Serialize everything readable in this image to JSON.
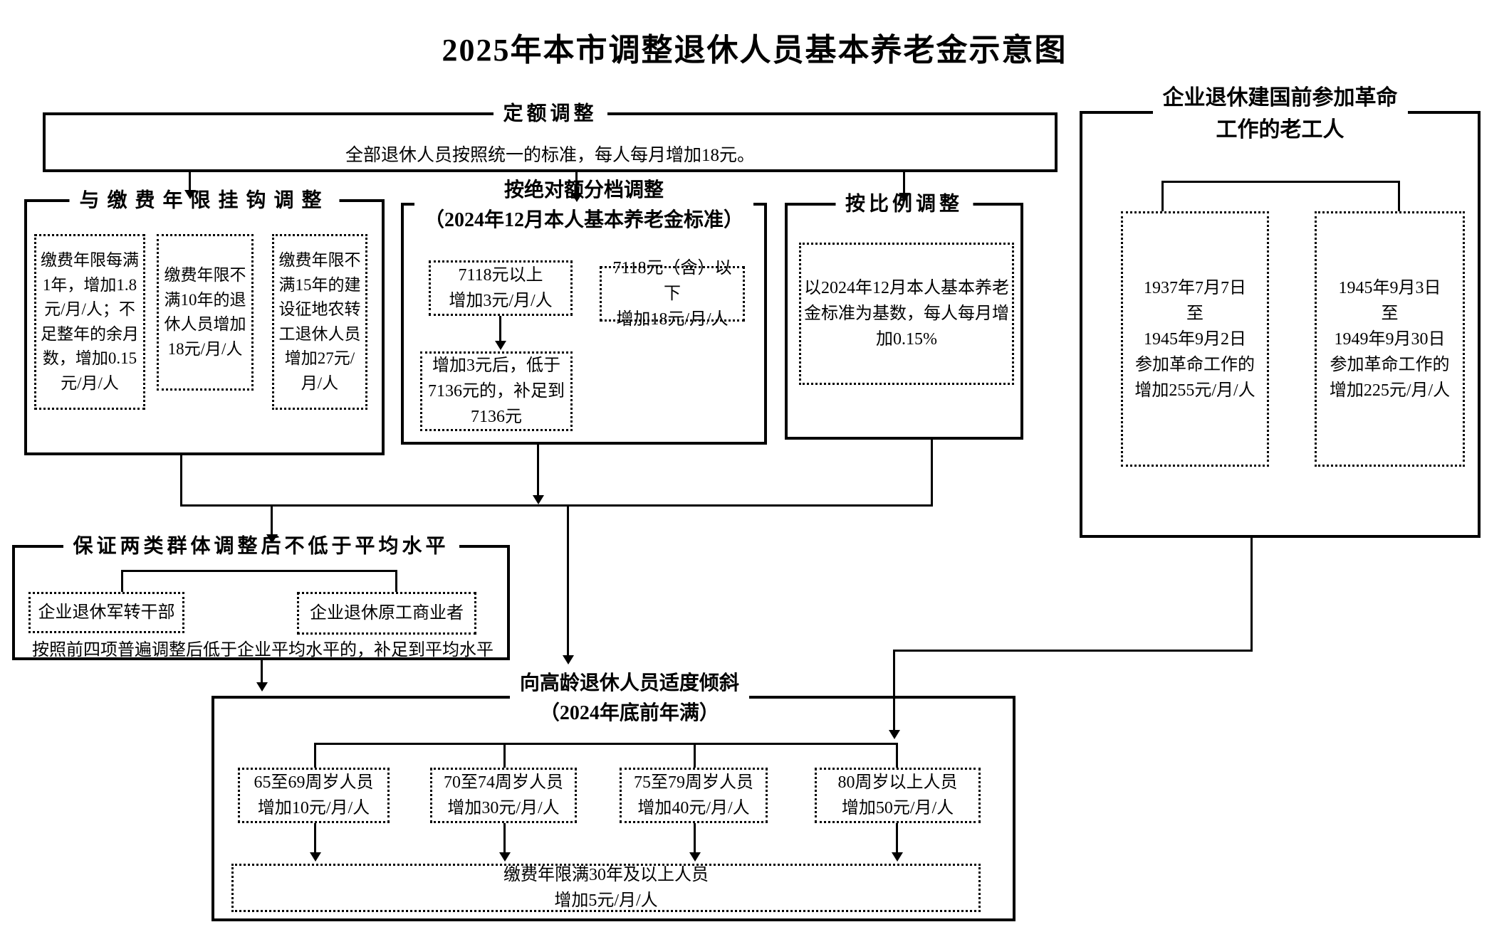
{
  "title": "2025年本市调整退休人员基本养老金示意图",
  "fixed_quota": {
    "label": "定额调整",
    "content": "全部退休人员按照统一的标准，每人每月增加18元。"
  },
  "years_linked": {
    "label": "与缴费年限挂钩调整",
    "boxes": [
      "缴费年限每满1年，增加1.8元/月/人；不足整年的余月数，增加0.15元/月/人",
      "缴费年限不满10年的退休人员增加18元/月/人",
      "缴费年限不满15年的建设征地农转工退休人员增加27元/月/人"
    ]
  },
  "absolute_tiers": {
    "label_line1": "按绝对额分档调整",
    "label_line2": "（2024年12月本人基本养老金标准）",
    "box_above": "7118元以上\n增加3元/月/人",
    "box_below": "7118元（含）以下\n增加18元/月/人",
    "box_supplement": "增加3元后，低于\n7136元的，补足到\n7136元"
  },
  "proportional": {
    "label": "按比例调整",
    "box": "以2024年12月本人基本养老金标准为基数，每人每月增加0.15%"
  },
  "veterans": {
    "label_line1": "企业退休建国前参加革命",
    "label_line2": "工作的老工人",
    "box_left": "1937年7月7日\n至\n1945年9月2日\n参加革命工作的\n增加255元/月/人",
    "box_right": "1945年9月3日\n至\n1949年9月30日\n参加革命工作的\n增加225元/月/人"
  },
  "guarantee": {
    "label": "保证两类群体调整后不低于平均水平",
    "box_left": "企业退休军转干部",
    "box_right": "企业退休原工商业者",
    "note": "按照前四项普遍调整后低于企业平均水平的，补足到平均水平"
  },
  "elderly": {
    "label_line1": "向高龄退休人员适度倾斜",
    "label_line2": "（2024年底前年满）",
    "age_boxes": [
      "65至69周岁人员\n增加10元/月/人",
      "70至74周岁人员\n增加30元/月/人",
      "75至79周岁人员\n增加40元/月/人",
      "80周岁以上人员\n增加50元/月/人"
    ],
    "years_box": "缴费年限满30年及以上人员\n增加5元/月/人"
  }
}
